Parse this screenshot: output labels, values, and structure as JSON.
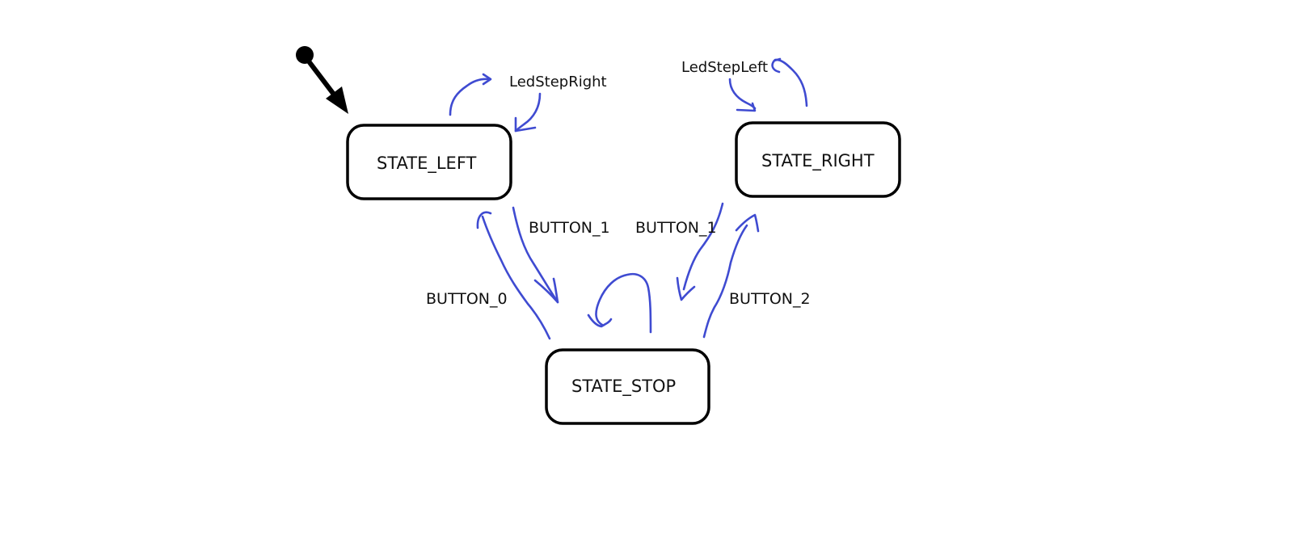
{
  "diagram": {
    "states": {
      "left": "STATE_LEFT",
      "right": "STATE_RIGHT",
      "stop": "STATE_STOP"
    },
    "transitions": {
      "left_to_stop": "BUTTON_1",
      "stop_to_left": "BUTTON_0",
      "right_to_stop": "BUTTON_1",
      "stop_to_right": "BUTTON_2"
    },
    "actions": {
      "left_self": "LedStepRight",
      "right_self": "LedStepLeft"
    }
  },
  "colors": {
    "ink": "#000000",
    "arrow": "#3f4bd1"
  }
}
